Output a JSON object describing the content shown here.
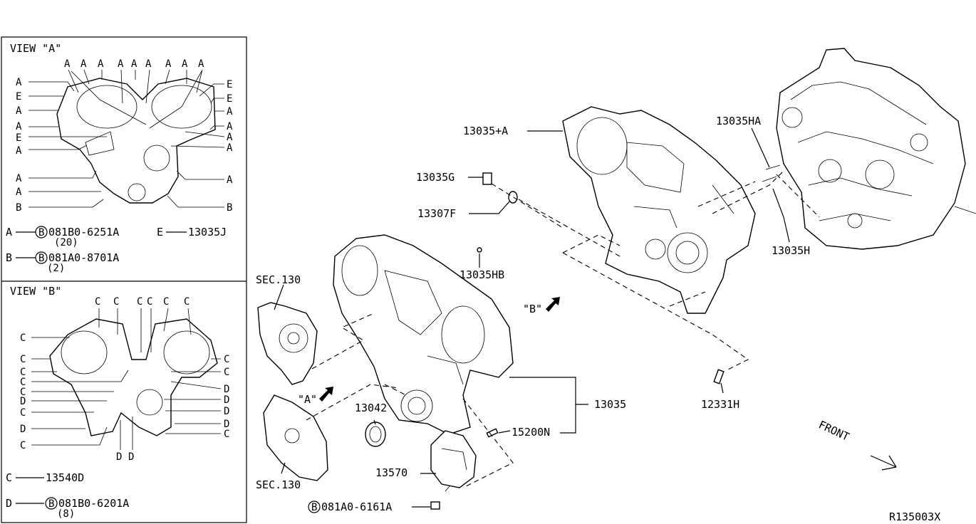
{
  "view_a": {
    "title": "VIEW \"A\"",
    "top_labels": [
      "A",
      "A",
      "A",
      "A",
      "A",
      "A",
      "A",
      "A",
      "A"
    ],
    "left_labels": [
      "A",
      "E",
      "A",
      "A",
      "E",
      "A",
      "A",
      "A",
      "B"
    ],
    "right_labels": [
      "E",
      "E",
      "A",
      "A",
      "A",
      "A",
      "A",
      "B"
    ],
    "legend": {
      "a_letter": "A",
      "a_part": "081B0-6251A",
      "a_qty": "(20)",
      "e_letter": "E",
      "e_part": "13035J",
      "b_letter": "B",
      "b_part": "081A0-8701A",
      "b_qty": "(2)"
    }
  },
  "view_b": {
    "title": "VIEW \"B\"",
    "top_labels": [
      "C",
      "C",
      "C",
      "C",
      "C",
      "C"
    ],
    "left_labels": [
      "C",
      "C",
      "C",
      "C",
      "C",
      "D",
      "C",
      "D",
      "C"
    ],
    "right_labels": [
      "C",
      "C",
      "D",
      "D",
      "D",
      "D",
      "C"
    ],
    "bottom_labels": [
      "D",
      "D"
    ],
    "legend": {
      "c_letter": "C",
      "c_part": "13540D",
      "d_letter": "D",
      "d_part": "081B0-6201A",
      "d_qty": "(8)"
    }
  },
  "callouts": {
    "p13035_a": "13035+A",
    "p13035g": "13035G",
    "p13307f": "13307F",
    "p13035hb": "13035HB",
    "p13035ha": "13035HA",
    "p13035h": "13035H",
    "p13035": "13035",
    "p12331h": "12331H",
    "p15200n": "15200N",
    "p13042": "13042",
    "p13570": "13570",
    "sec_top": "SEC.130",
    "sec_bottom": "SEC.130",
    "view_a_arrow": "\"A\"",
    "view_b_arrow": "\"B\"",
    "bolt": "081A0-6161A",
    "bolt_marker": "B",
    "front": "FRONT"
  },
  "diagram_id": "R135003X"
}
